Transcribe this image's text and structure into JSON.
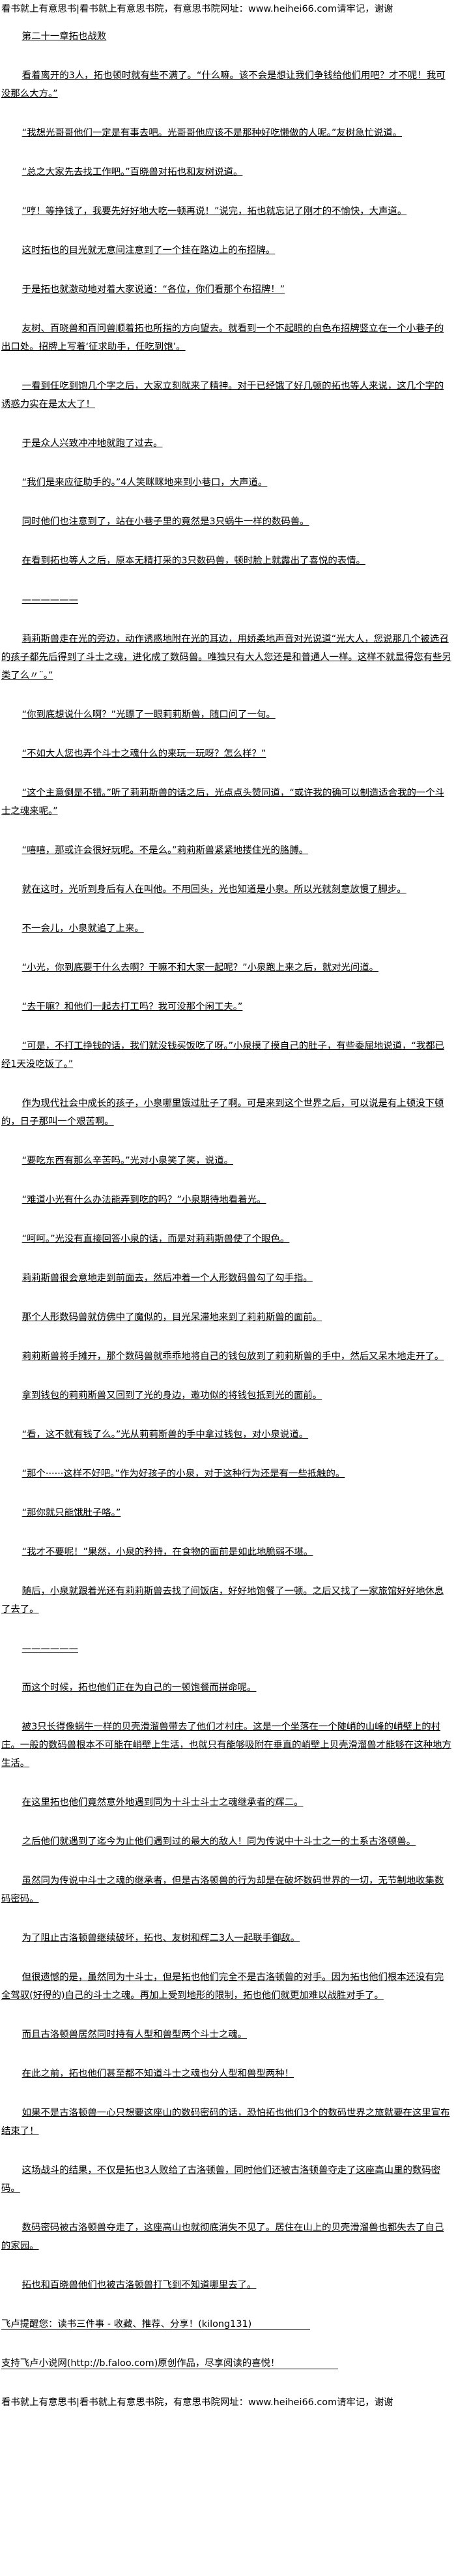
{
  "site_header": "看书就上有意思书|看书就上有意思书院，有意思书院网址：www.heihei66.com请牢记，谢谢",
  "chapter_title": "第二十一章拓也战败",
  "paragraphs": [
    "看着离开的3人，拓也顿时就有些不满了。“什么嘛。该不会是想让我们争钱给他们用吧？才不呢！我可没那么大方。”",
    "“我想光哥哥他们一定是有事去吧。光哥哥他应该不是那种好吃懒做的人呢。”友树急忙说道。",
    "“总之大家先去找工作吧。”百晓兽对拓也和友树说道。",
    "“哼！等挣钱了，我要先好好地大吃一顿再说！”说完，拓也就忘记了刚才的不愉快，大声道。",
    "这时拓也的目光就无意间注意到了一个挂在路边上的布招牌。",
    "于是拓也就激动地对着大家说道：“各位，你们看那个布招牌！”",
    "友树、百晓兽和百问兽顺着拓也所指的方向望去。就看到一个不起眼的白色布招牌竖立在一个小巷子的出口处。招牌上写着‘征求助手，任吃到饱’。",
    "一看到任吃到饱几个字之后，大家立刻就来了精神。对于已经饿了好几顿的拓也等人来说，这几个字的诱惑力实在是太大了！",
    "于是众人兴致冲冲地就跑了过去。",
    "“我们是来应征助手的。”4人笑眯眯地来到小巷口，大声道。",
    "同时他们也注意到了，站在小巷子里的竟然是3只蜗牛一样的数码兽。",
    "在看到拓也等人之后，原本无精打采的3只数码兽，顿时脸上就露出了喜悦的表情。",
    "——————",
    "莉莉斯兽走在光的旁边，动作诱惑地附在光的耳边，用娇柔地声音对光说道“光大人，您说那几个被选召的孩子都先后得到了斗士之魂，进化成了数码兽。唯独只有大人您还是和普通人一样。这样不就显得您有些另类了么〃¨。”",
    "“你到底想说什么啊？”光瞟了一眼莉莉斯兽，随口问了一句。",
    "“不如大人您也弄个斗士之魂什么的来玩一玩呀？怎么样？”",
    "“这个主意倒是不错。”听了莉莉斯兽的话之后，光点点头赞同道，“或许我的确可以制造适合我的一个斗士之魂来呢。”",
    "“嘻嘻，那或许会很好玩呢。不是么。”莉莉斯兽紧紧地搂住光的胳膊。",
    "就在这时，光听到身后有人在叫他。不用回头，光也知道是小泉。所以光就刻意放慢了脚步。",
    "不一会儿，小泉就追了上来。",
    "“小光，你到底要干什么去啊？干嘛不和大家一起呢？”小泉跑上来之后，就对光问道。",
    "“去干嘛？和他们一起去打工吗？我可没那个闲工夫。”",
    "“可是，不打工挣钱的话，我们就没钱买饭吃了呀。”小泉摸了摸自己的肚子，有些委屈地说道，“我都已经1天没吃饭了。”",
    "作为现代社会中成长的孩子，小泉哪里饿过肚子了啊。可是来到这个世界之后，可以说是有上顿没下顿的，日子那叫一个艰苦啊。",
    "“要吃东西有那么辛苦吗。”光对小泉笑了笑，说道。",
    "“难道小光有什么办法能弄到吃的吗？”小泉期待地看着光。",
    "“呵呵。”光没有直接回答小泉的话，而是对莉莉斯兽使了个眼色。",
    "莉莉斯兽很会意地走到前面去，然后冲着一个人形数码兽勾了勾手指。",
    "那个人形数码兽就仿佛中了魔似的，目光呆滞地来到了莉莉斯兽的面前。",
    "莉莉斯兽将手摊开，那个数码兽就乖乖地将自己的钱包放到了莉莉斯兽的手中，然后又呆木地走开了。",
    "拿到钱包的莉莉斯兽又回到了光的身边，邀功似的将钱包抵到光的面前。",
    "“看，这不就有钱了么。”光从莉莉斯兽的手中拿过钱包，对小泉说道。",
    "“那个······这样不好吧。”作为好孩子的小泉，对于这种行为还是有一些抵触的。",
    "“那你就只能饿肚子咯。”",
    "“我才不要呢！”果然，小泉的矜持，在食物的面前是如此地脆弱不堪。",
    "随后，小泉就跟着光还有莉莉斯兽去找了间饭店，好好地饱餐了一顿。之后又找了一家旅馆好好地休息了去了。",
    "——————",
    "而这个时候，拓也他们正在为自己的一顿饱餐而拼命呢。",
    "被3只长得像蜗牛一样的贝壳滑溜兽带去了他们才村庄。这是一个坐落在一个陡峭的山峰的峭壁上的村庄。一般的数码兽根本不可能在峭壁上生活，也就只有能够吸附在垂直的峭壁上贝壳滑溜兽才能够在这种地方生活。",
    "在这里拓也他们竟然意外地遇到同为十斗士斗士之魂继承者的辉二。",
    "之后他们就遇到了迄今为止他们遇到过的最大的敌人！同为传说中十斗士之一的土系古洛顿兽。",
    "虽然同为传说中斗士之魂的继承者，但是古洛顿兽的行为却是在破坏数码世界的一切，无节制地收集数码密码。",
    "为了阻止古洛顿兽继续破坏，拓也、友树和辉二3人一起联手御敌。",
    "但很遗憾的是，虽然同为十斗士，但是拓也他们完全不是古洛顿兽的对手。因为拓也他们根本还没有完全驾驭(好得的)自己的斗士之魂。再加上受到地形的限制，拓也他们就更加难以战胜对手了。",
    "而且古洛顿兽居然同时持有人型和兽型两个斗士之魂。",
    "在此之前，拓也他们甚至都不知道斗士之魂也分人型和兽型两种！",
    "如果不是古洛顿兽一心只想要这座山的数码密码的话，恐怕拓也他们3个的数码世界之旅就要在这里宣布结束了！",
    "这场战斗的结果，不仅是拓也3人败给了古洛顿兽，同时他们还被古洛顿兽夺走了这座高山里的数码密码。",
    "数码密码被古洛顿兽夺走了，这座高山也就彻底消失不见了。居住在山上的贝壳滑溜兽也都失去了自己的家园。",
    "拓也和百晓兽他们也被古洛顿兽打飞到不知道哪里去了。"
  ],
  "footer_notes": [
    "飞卢提醒您：读书三件事 - 收藏、推荐、分享！(kilong131)",
    "支持飞卢小说网(http://b.faloo.com)原创作品，尽享阅读的喜悦！"
  ],
  "site_footer": "看书就上有意思书|看书就上有意思书院，有意思书院网址：www.heihei66.com请牢记，谢谢"
}
